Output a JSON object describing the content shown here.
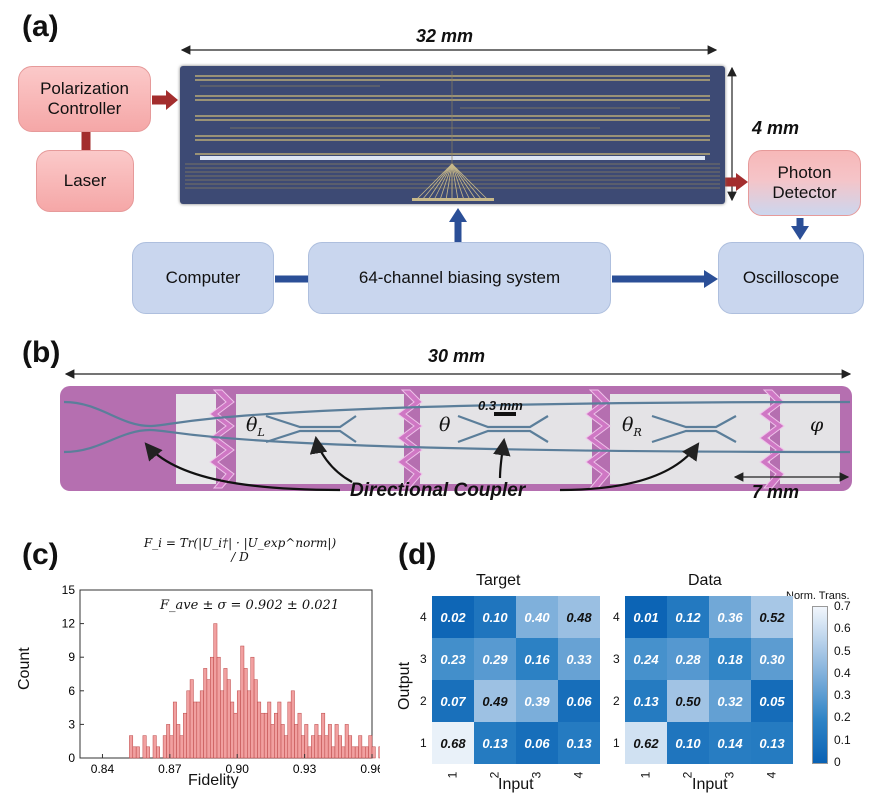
{
  "panels": {
    "a": "(a)",
    "b": "(b)",
    "c": "(c)",
    "d": "(d)"
  },
  "panel_a": {
    "chip_width": "32 mm",
    "chip_height": "4 mm",
    "polarization_controller": "Polarization Controller",
    "laser": "Laser",
    "photon_detector": "Photon Detector",
    "computer": "Computer",
    "biasing_system": "64-channel biasing system",
    "oscilloscope": "Oscilloscope"
  },
  "panel_b": {
    "length": "30 mm",
    "segment": "0.3 mm",
    "theta_l": "θ",
    "theta_l_sub": "L",
    "theta": "θ",
    "theta_r": "θ",
    "theta_r_sub": "R",
    "phi": "φ",
    "label": "Directional Coupler",
    "scale": "7 mm"
  },
  "chart_data": [
    {
      "type": "bar",
      "title": "F_i = Tr(|U_i†| · |U_exp^norm|) / D",
      "annotation": "F_ave ± σ = 0.902 ± 0.021",
      "xlabel": "Fidelity",
      "ylabel": "Count",
      "xlim": [
        0.83,
        0.96
      ],
      "ylim": [
        0,
        15
      ],
      "xticks": [
        "0.84",
        "0.87",
        "0.90",
        "0.93",
        "0.96"
      ],
      "yticks": [
        "0",
        "3",
        "6",
        "9",
        "12",
        "15"
      ],
      "bin_start": 0.852,
      "bin_width": 0.0015,
      "values": [
        2,
        1,
        1,
        0,
        2,
        1,
        0,
        2,
        1,
        0,
        2,
        3,
        2,
        5,
        3,
        2,
        4,
        6,
        7,
        5,
        5,
        6,
        8,
        7,
        9,
        12,
        9,
        6,
        8,
        7,
        5,
        4,
        6,
        10,
        8,
        6,
        9,
        7,
        5,
        4,
        4,
        5,
        3,
        4,
        5,
        3,
        2,
        5,
        6,
        3,
        4,
        2,
        3,
        1,
        2,
        3,
        2,
        4,
        2,
        3,
        1,
        3,
        2,
        1,
        3,
        2,
        1,
        1,
        2,
        1,
        1,
        2,
        1,
        0,
        1,
        0
      ]
    },
    {
      "type": "heatmap",
      "title": "Target",
      "xlabel": "Input",
      "ylabel": "Output",
      "x": [
        "1",
        "2",
        "3",
        "4"
      ],
      "y": [
        "1",
        "2",
        "3",
        "4"
      ],
      "values_top_to_bottom": [
        [
          "0.02",
          "0.10",
          "0.40",
          "0.48"
        ],
        [
          "0.23",
          "0.29",
          "0.16",
          "0.33"
        ],
        [
          "0.07",
          "0.49",
          "0.39",
          "0.06"
        ],
        [
          "0.68",
          "0.13",
          "0.06",
          "0.13"
        ]
      ]
    },
    {
      "type": "heatmap",
      "title": "Data",
      "xlabel": "Input",
      "x": [
        "1",
        "2",
        "3",
        "4"
      ],
      "y": [
        "1",
        "2",
        "3",
        "4"
      ],
      "values_top_to_bottom": [
        [
          "0.01",
          "0.12",
          "0.36",
          "0.52"
        ],
        [
          "0.24",
          "0.28",
          "0.18",
          "0.30"
        ],
        [
          "0.13",
          "0.50",
          "0.32",
          "0.05"
        ],
        [
          "0.62",
          "0.10",
          "0.14",
          "0.13"
        ]
      ],
      "colorbar_label": "Norm. Trans.",
      "colorbar_ticks": [
        "0",
        "0.1",
        "0.2",
        "0.3",
        "0.4",
        "0.5",
        "0.6",
        "0.7"
      ],
      "colorbar_range": [
        0,
        0.7
      ]
    }
  ]
}
